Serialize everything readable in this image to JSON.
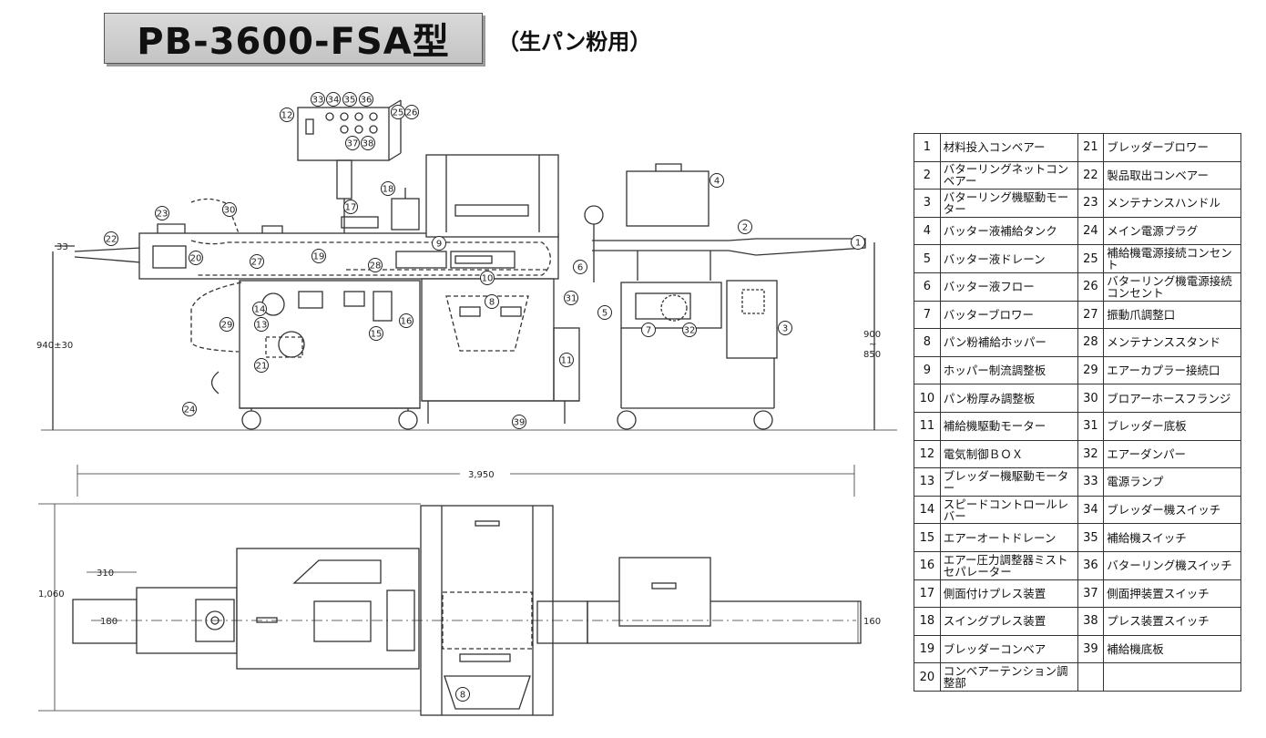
{
  "header": {
    "model": "PB-3600-FSA型",
    "subtitle": "（生パン粉用）"
  },
  "dimensions": {
    "overall_length": "3,950",
    "conveyor_height": "33",
    "height_left": "940±30",
    "height_right_top": "900",
    "height_right_sep": "~",
    "height_right_bottom": "850",
    "depth": "1,060",
    "inlet_length": "310",
    "inlet_width": "180",
    "outlet_width": "160"
  },
  "callouts": [
    "1",
    "2",
    "3",
    "4",
    "5",
    "6",
    "7",
    "8",
    "9",
    "10",
    "11",
    "12",
    "13",
    "14",
    "15",
    "16",
    "17",
    "18",
    "19",
    "20",
    "21",
    "22",
    "23",
    "24",
    "25",
    "26",
    "27",
    "28",
    "29",
    "30",
    "31",
    "32",
    "33",
    "34",
    "35",
    "36",
    "37",
    "38",
    "39"
  ],
  "parts": [
    {
      "no": "1",
      "name": "材料投入コンベアー"
    },
    {
      "no": "2",
      "name": "バターリングネットコンベアー"
    },
    {
      "no": "3",
      "name": "バターリング機駆動モーター"
    },
    {
      "no": "4",
      "name": "バッター液補給タンク"
    },
    {
      "no": "5",
      "name": "バッター液ドレーン"
    },
    {
      "no": "6",
      "name": "バッター液フロー"
    },
    {
      "no": "7",
      "name": "バッターブロワー"
    },
    {
      "no": "8",
      "name": "パン粉補給ホッパー"
    },
    {
      "no": "9",
      "name": "ホッパー制流調整板"
    },
    {
      "no": "10",
      "name": "パン粉厚み調整板"
    },
    {
      "no": "11",
      "name": "補給機駆動モーター"
    },
    {
      "no": "12",
      "name": "電気制御ＢＯＸ"
    },
    {
      "no": "13",
      "name": "ブレッダー機駆動モーター"
    },
    {
      "no": "14",
      "name": "スピードコントロールレバー"
    },
    {
      "no": "15",
      "name": "エアーオートドレーン"
    },
    {
      "no": "16",
      "name": "エアー圧力調整器ミストセパレーター"
    },
    {
      "no": "17",
      "name": "側面付けプレス装置"
    },
    {
      "no": "18",
      "name": "スイングプレス装置"
    },
    {
      "no": "19",
      "name": "ブレッダーコンベア"
    },
    {
      "no": "20",
      "name": "コンベアーテンション調整部"
    },
    {
      "no": "21",
      "name": "ブレッダーブロワー"
    },
    {
      "no": "22",
      "name": "製品取出コンベアー"
    },
    {
      "no": "23",
      "name": "メンテナンスハンドル"
    },
    {
      "no": "24",
      "name": "メイン電源プラグ"
    },
    {
      "no": "25",
      "name": "補給機電源接続コンセント"
    },
    {
      "no": "26",
      "name": "バターリング機電源接続コンセント"
    },
    {
      "no": "27",
      "name": "振動爪調整口"
    },
    {
      "no": "28",
      "name": "メンテナンススタンド"
    },
    {
      "no": "29",
      "name": "エアーカプラー接続口"
    },
    {
      "no": "30",
      "name": "ブロアーホースフランジ"
    },
    {
      "no": "31",
      "name": "ブレッダー底板"
    },
    {
      "no": "32",
      "name": "エアーダンパー"
    },
    {
      "no": "33",
      "name": "電源ランプ"
    },
    {
      "no": "34",
      "name": "ブレッダー機スイッチ"
    },
    {
      "no": "35",
      "name": "補給機スイッチ"
    },
    {
      "no": "36",
      "name": "バターリング機スイッチ"
    },
    {
      "no": "37",
      "name": "側面押装置スイッチ"
    },
    {
      "no": "38",
      "name": "プレス装置スイッチ"
    },
    {
      "no": "39",
      "name": "補給機底板"
    }
  ]
}
